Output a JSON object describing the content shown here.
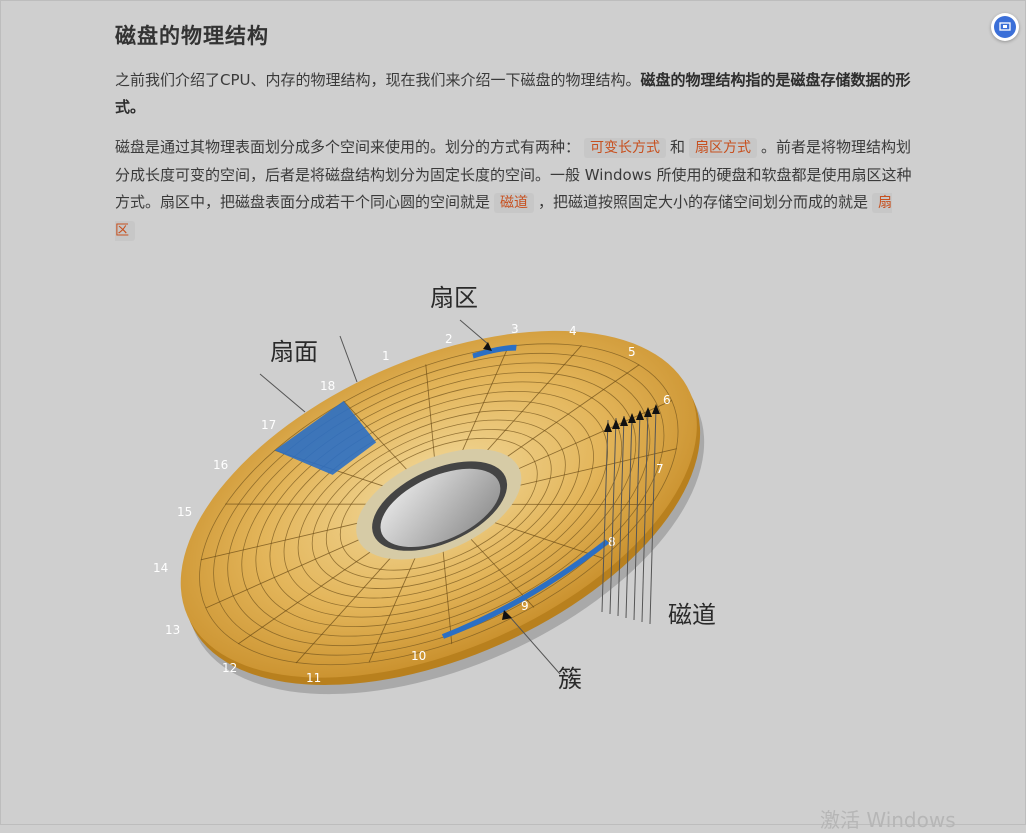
{
  "article": {
    "title": "磁盘的物理结构",
    "para1_text": "之前我们介绍了CPU、内存的物理结构，现在我们来介绍一下磁盘的物理结构。",
    "para1_bold": "磁盘的物理结构指的是磁盘存储数据的形式。",
    "para2": {
      "t1": "磁盘是通过其物理表面划分成多个空间来使用的。划分的方式有两种：",
      "c1": "可变长方式",
      "t2": "和",
      "c2": "扇区方式",
      "t3": "。前者是将物理结构划分成长度可变的空间，后者是将磁盘结构划分为固定长度的空间。一般 Windows 所使用的硬盘和软盘都是使用扇区这种方式。扇区中，把磁盘表面分成若干个同心圆的空间就是",
      "c3": "磁道",
      "t4": "，把磁道按照固定大小的存储空间划分而成的就是",
      "c4": "扇区"
    }
  },
  "diagram": {
    "label_sector": "扇区",
    "label_face": "扇面",
    "label_track": "磁道",
    "label_cluster": "簇",
    "sector_numbers": [
      "1",
      "2",
      "3",
      "4",
      "5",
      "6",
      "7",
      "8",
      "9",
      "10",
      "11",
      "12",
      "13",
      "14",
      "15",
      "16",
      "17",
      "18"
    ]
  },
  "floating_button": {
    "icon": "screen-share-icon"
  },
  "watermark": "激活 Windows",
  "colors": {
    "disk_gold": "#d9a640",
    "highlight_blue": "#2b6fc4",
    "code_text": "#c7501f"
  }
}
